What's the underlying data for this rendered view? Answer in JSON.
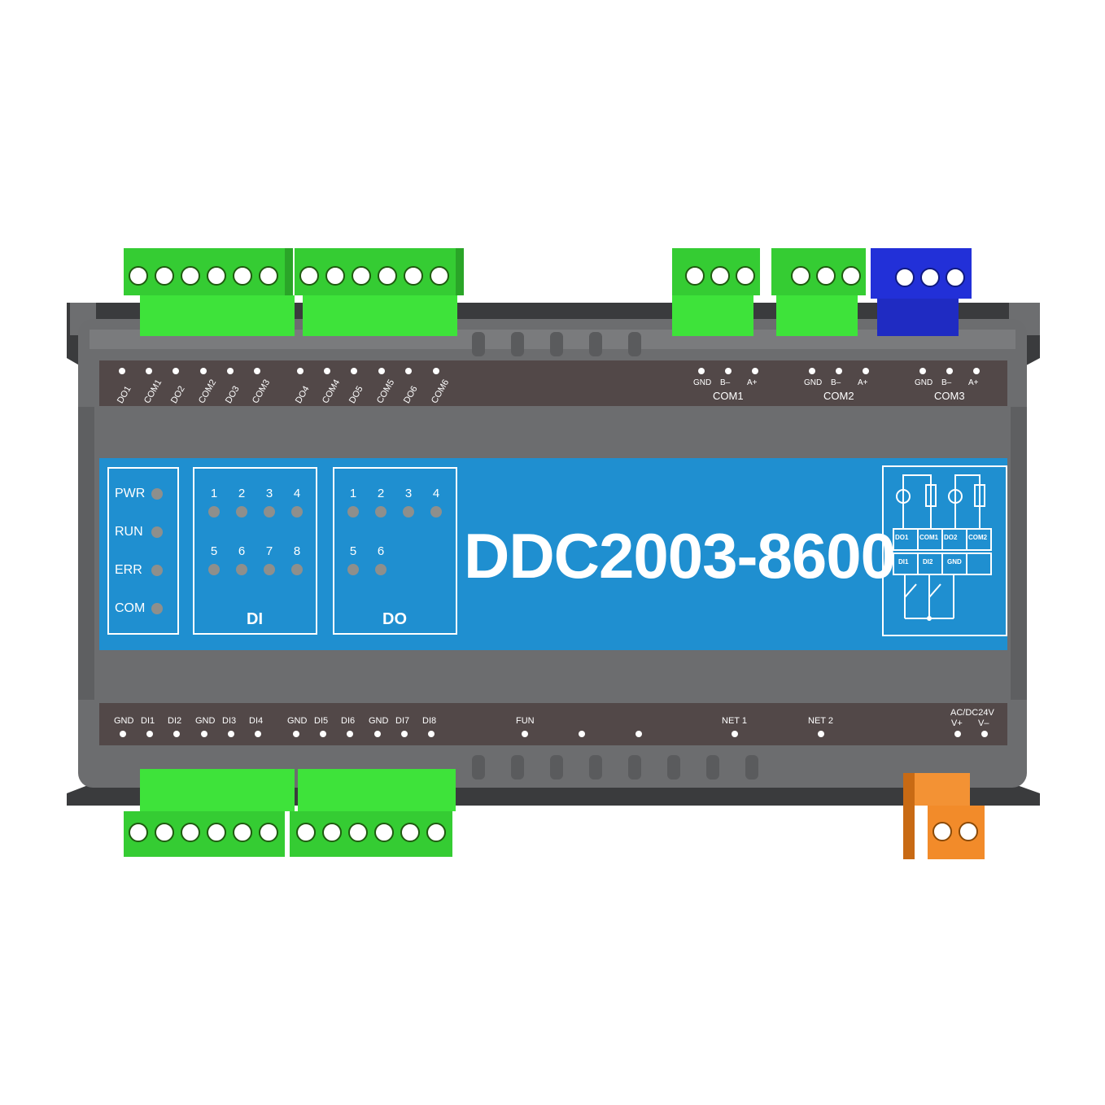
{
  "model": "DDC2003-8600",
  "colors": {
    "housing": "#6d6e70",
    "housing_dark": "#3a3b3d",
    "strip": "#524848",
    "panel": "#1f8fd0",
    "terminal_green": "#3ee33a",
    "terminal_blue": "#2230d8",
    "terminal_orange": "#f28b2a"
  },
  "top_pins": [
    "DO1",
    "COM1",
    "DO2",
    "COM2",
    "DO3",
    "COM3",
    "DO4",
    "COM4",
    "DO5",
    "COM5",
    "DO6",
    "COM6"
  ],
  "serial_ports": [
    {
      "name": "COM1",
      "pins": [
        "GND",
        "B–",
        "A+"
      ]
    },
    {
      "name": "COM2",
      "pins": [
        "GND",
        "B–",
        "A+"
      ]
    },
    {
      "name": "COM3",
      "pins": [
        "GND",
        "B–",
        "A+"
      ]
    }
  ],
  "status_leds": [
    "PWR",
    "RUN",
    "ERR",
    "COM"
  ],
  "di_panel": {
    "title": "DI",
    "numbers": [
      "1",
      "2",
      "3",
      "4",
      "5",
      "6",
      "7",
      "8"
    ]
  },
  "do_panel": {
    "title": "DO",
    "numbers": [
      "1",
      "2",
      "3",
      "4",
      "5",
      "6"
    ]
  },
  "wiring_diagram": {
    "row1": [
      "DO1",
      "COM1",
      "DO2",
      "COM2"
    ],
    "row2": [
      "DI1",
      "DI2",
      "GND",
      ""
    ]
  },
  "bottom_pins": [
    "GND",
    "DI1",
    "DI2",
    "GND",
    "DI3",
    "DI4",
    "GND",
    "DI5",
    "DI6",
    "GND",
    "DI7",
    "DI8"
  ],
  "fun_label": "FUN",
  "net_labels": [
    "NET 1",
    "NET 2"
  ],
  "power": {
    "title": "AC/DC24V",
    "pins": [
      "V+",
      "V–"
    ]
  }
}
